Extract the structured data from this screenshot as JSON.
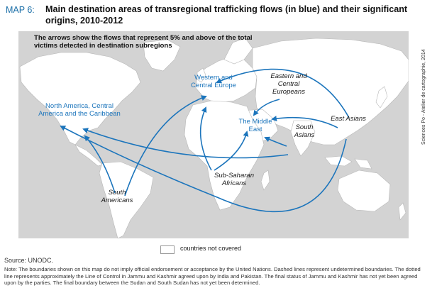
{
  "header": {
    "map_label": "MAP 6:",
    "title": "Main destination areas of transregional trafficking flows (in blue) and their significant origins, 2010-2012"
  },
  "map": {
    "subtitle": "The arrows show the flows that represent 5% and above of the total victims detected in destination subregions",
    "destinations": [
      {
        "id": "north-america",
        "label": "North America, Central America and the Caribbean"
      },
      {
        "id": "western-europe",
        "label": "Western and Central Europe"
      },
      {
        "id": "middle-east",
        "label": "The Middle East"
      }
    ],
    "origins": [
      {
        "id": "eastern-europe",
        "label": "Eastern and Central Europeans"
      },
      {
        "id": "east-asia",
        "label": "East Asians"
      },
      {
        "id": "south-asia",
        "label": "South Asians"
      },
      {
        "id": "sub-saharan",
        "label": "Sub-Saharan Africans"
      },
      {
        "id": "south-america",
        "label": "South Americans"
      }
    ],
    "flows": [
      {
        "from": "South Americans",
        "to": "Western and Central Europe"
      },
      {
        "from": "South Americans",
        "to": "North America, Central America and the Caribbean"
      },
      {
        "from": "Sub-Saharan Africans",
        "to": "Western and Central Europe"
      },
      {
        "from": "Sub-Saharan Africans",
        "to": "The Middle East"
      },
      {
        "from": "East Asians",
        "to": "Western and Central Europe"
      },
      {
        "from": "East Asians",
        "to": "North America, Central America and the Caribbean"
      },
      {
        "from": "East Asians",
        "to": "The Middle East"
      },
      {
        "from": "South Asians",
        "to": "The Middle East"
      },
      {
        "from": "South Asians",
        "to": "North America, Central America and the Caribbean"
      },
      {
        "from": "Eastern and Central Europeans",
        "to": "The Middle East"
      }
    ],
    "colors": {
      "flow": "#1c75bc",
      "land": "#ffffff",
      "sea": "#d3d3d3",
      "destination_label": "#1c75bc",
      "origin_label": "#1a1a1a"
    }
  },
  "credit": "Sciences Po - Atelier de cartographie, 2014",
  "legend": {
    "not_covered": "countries not covered"
  },
  "source": "Source: UNODC.",
  "note": "Note: The boundaries shown on this map do not imply official endorsement or acceptance by the United Nations. Dashed lines represent undetermined boundaries. The dotted line represents approximately the Line of Control in Jammu and Kashmir agreed upon by India and Pakistan. The final status of Jammu and Kashmir has not yet been agreed upon by the parties. The final boundary between the Sudan and South Sudan has not yet been determined."
}
